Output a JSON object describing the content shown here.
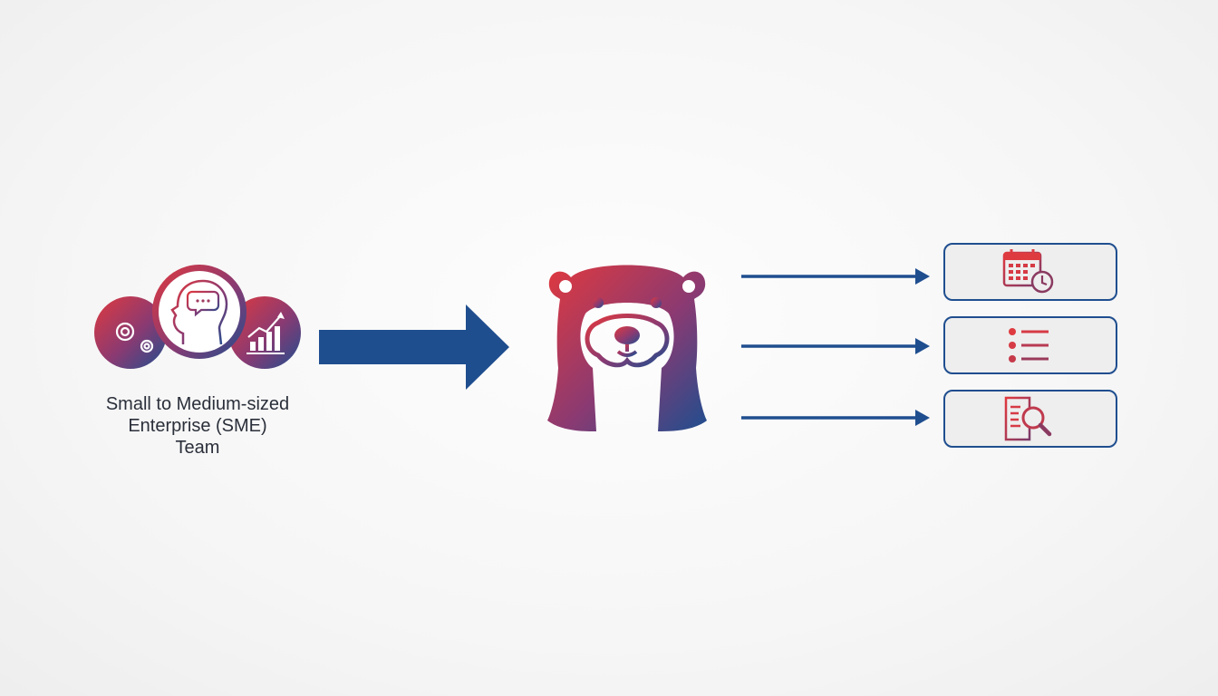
{
  "diagram": {
    "source": {
      "label": "Small to Medium-sized Enterprise (SME) Team",
      "label_lines": [
        "Small to Medium-sized",
        "Enterprise (SME)",
        "Team"
      ],
      "icons": [
        "gears-icon",
        "head-with-speech-bubble-icon",
        "growth-chart-icon"
      ]
    },
    "flow_arrow": {
      "direction": "right"
    },
    "hub": {
      "name": "otter-logo-with-soundwave"
    },
    "outputs": [
      {
        "icon": "calendar-clock-icon"
      },
      {
        "icon": "bulleted-list-icon"
      },
      {
        "icon": "document-search-icon"
      }
    ],
    "colors": {
      "arrow_blue": "#1f4e8f",
      "gradient_red": "#d9383f",
      "gradient_purple": "#7a3a78",
      "gradient_blue": "#1f4e8f",
      "text": "#2a2f3a",
      "box_fill": "#eeeeee"
    }
  }
}
